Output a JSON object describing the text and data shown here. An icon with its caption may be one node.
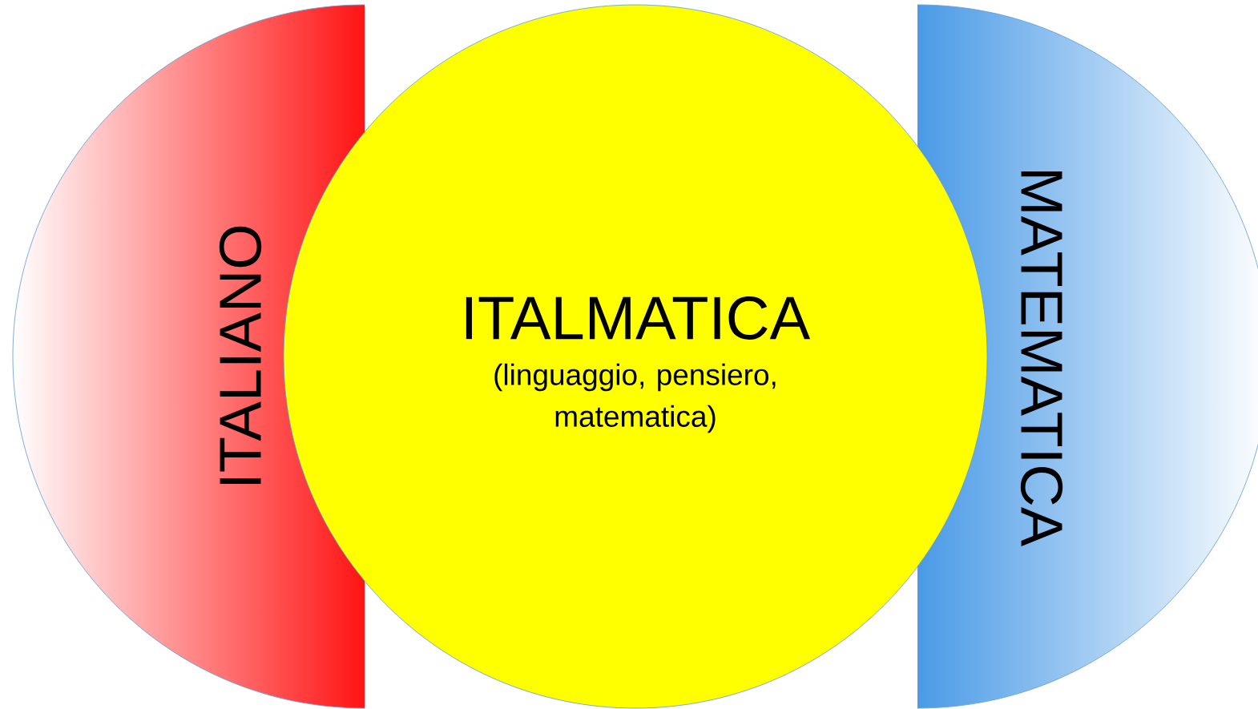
{
  "diagram": {
    "nodes": [
      {
        "text": [
          "ITALIANO"
        ]
      },
      {
        "text": [
          "ITALMATICA",
          "(linguaggio, pensiero, matematica)"
        ]
      },
      {
        "text": [
          "MATEMATICA"
        ]
      }
    ]
  }
}
